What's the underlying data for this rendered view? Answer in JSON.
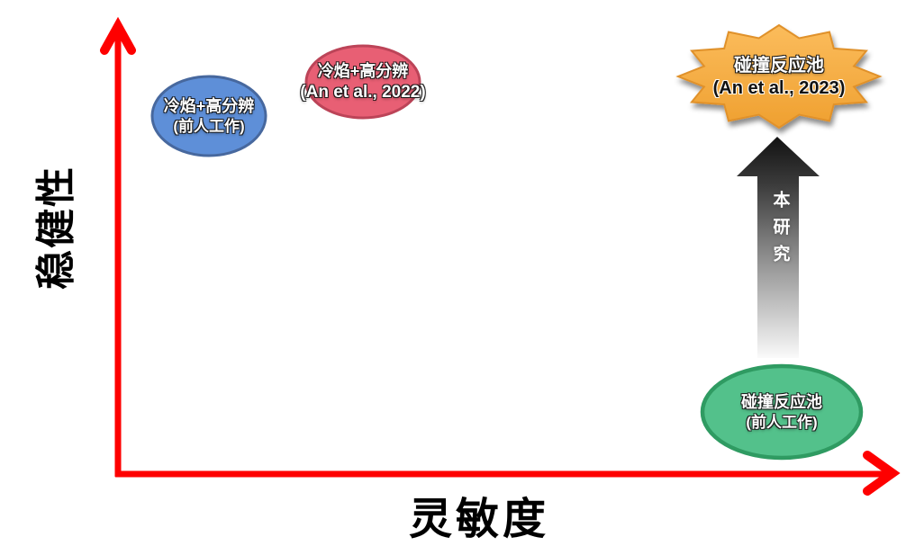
{
  "diagram": {
    "type": "qualitative-2d-positioning",
    "axes": {
      "x_label": "灵敏度",
      "y_label": "稳健性",
      "axis_color": "#FE0000"
    },
    "nodes": {
      "cold_flame_prior": {
        "shape": "ellipse",
        "fill": "#5E8FD8",
        "border": "#47689E",
        "label": "冷焰+高分辨",
        "sub": "(前人工作)",
        "position": "low-sensitivity / mid-high-robustness"
      },
      "cold_flame_2022": {
        "shape": "ellipse",
        "fill": "#E85F74",
        "border": "#BC4458",
        "label": "冷焰+高分辨",
        "sub": "(An et al., 2022)",
        "position": "low-mid-sensitivity / high-robustness"
      },
      "collision_cell_2023": {
        "shape": "starburst",
        "fill_top": "#FBBC5C",
        "fill_bottom": "#EFA030",
        "label": "碰撞反应池",
        "sub": "(An et al., 2023)",
        "position": "high-sensitivity / high-robustness"
      },
      "collision_cell_prior": {
        "shape": "ellipse",
        "fill": "#53C18B",
        "border": "#2F9B62",
        "label": "碰撞反应池",
        "sub": "(前人工作)",
        "position": "high-sensitivity / low-robustness"
      }
    },
    "arrow": {
      "label": "本研究",
      "direction": "up",
      "style": "gradient black-to-white block arrow"
    }
  }
}
